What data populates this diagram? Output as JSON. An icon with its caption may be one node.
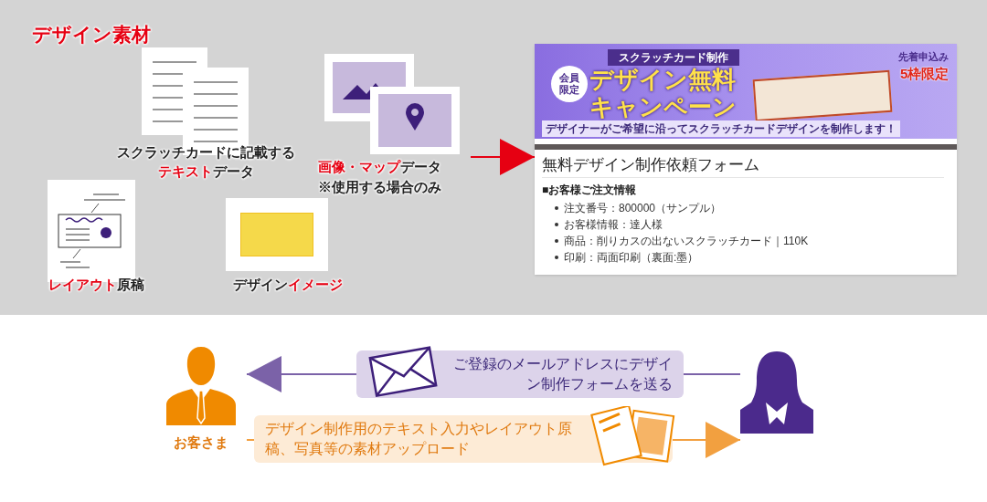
{
  "diagram": {
    "nodes": [
      {
        "text": [
          "デザイン素材"
        ]
      },
      {
        "text": [
          "スクラッチカードに記載する**テキスト**データ"
        ],
        "in": 0
      },
      {
        "text": [
          "**画像・マップ**データ",
          "※使用する場合のみ"
        ],
        "in": 0
      },
      {
        "text": [
          "**レイアウト**原稿"
        ],
        "in": 0
      },
      {
        "text": [
          "デザイン**イメージ**"
        ],
        "in": 0
      },
      {
        "text": [
          "スクラッチカード制作",
          "会員限定",
          "デザイン無料キャンペーン",
          "先着申込み",
          "5枠限定",
          "デザイナーがご希望に沿ってスクラッチカードデザインを制作します！",
          "無料デザイン制作依頼フォーム",
          "■お客様ご注文情報",
          "注文番号：800000（サンプル）",
          "お客様情報：達人様",
          "商品：削りカスの出ないスクラッチカード｜110K",
          "印刷：両面印刷（裏面:墨）"
        ]
      },
      {
        "text": [
          "お客さま"
        ]
      },
      {
        "text": [],
        "shape": "person"
      }
    ],
    "edges": [
      {
        "from": 0,
        "to": 5,
        "arrow": "to",
        "color": "#e60012"
      },
      {
        "from": 7,
        "to": 6,
        "arrow": "to",
        "label": "ご登録のメールアドレスにデザイン制作フォームを送る",
        "color": "#7b62a8"
      },
      {
        "from": 6,
        "to": 7,
        "arrow": "to",
        "label": "デザイン制作用のテキスト入力やレイアウト原稿、写真等の素材アップロード",
        "color": "#f2a040"
      }
    ]
  }
}
